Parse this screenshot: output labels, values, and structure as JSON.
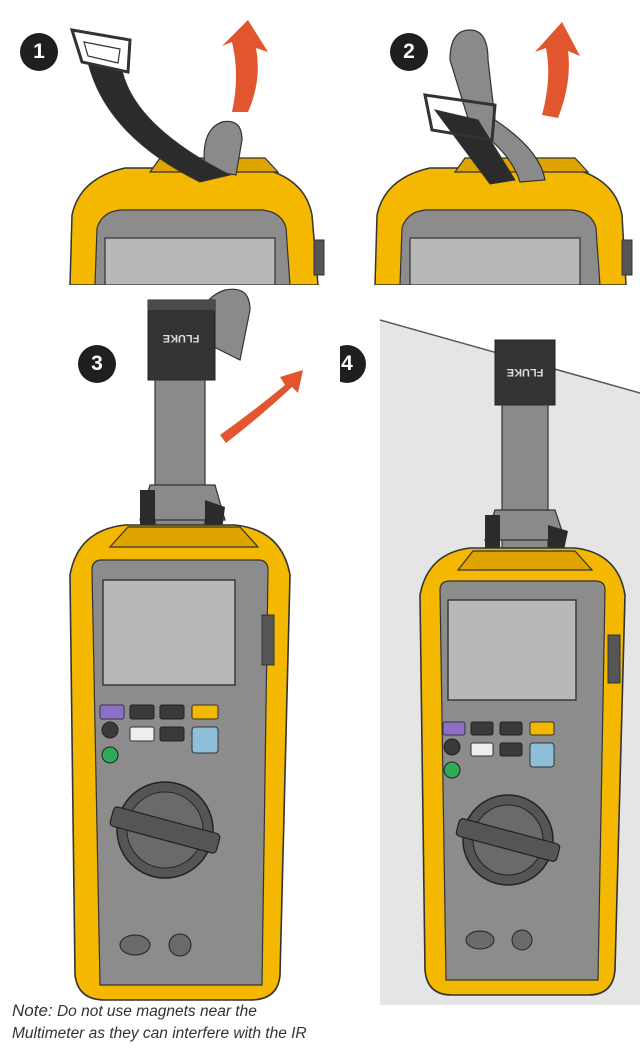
{
  "steps": [
    {
      "number": "1"
    },
    {
      "number": "2"
    },
    {
      "number": "3"
    },
    {
      "number": "4"
    }
  ],
  "brand_mark": "FLUKE",
  "note": {
    "label": "Note:",
    "line1": "Do not use magnets near the",
    "line2": "Multimeter as they can interfere with the IR"
  },
  "colors": {
    "meter_yellow": "#f5b800",
    "meter_yellow_dark": "#c98f00",
    "meter_gray": "#8c8c8c",
    "screen": "#b8b8b8",
    "strap_dark": "#2b2b2b",
    "strap_gray": "#8a8a8a",
    "arrow_red": "#e1552f",
    "wall": "#e5e5e5",
    "badge": "#1f1f1f"
  },
  "icons": {
    "arrow": "curved-up-arrow-icon",
    "hanger": "strap-hanger-icon"
  }
}
